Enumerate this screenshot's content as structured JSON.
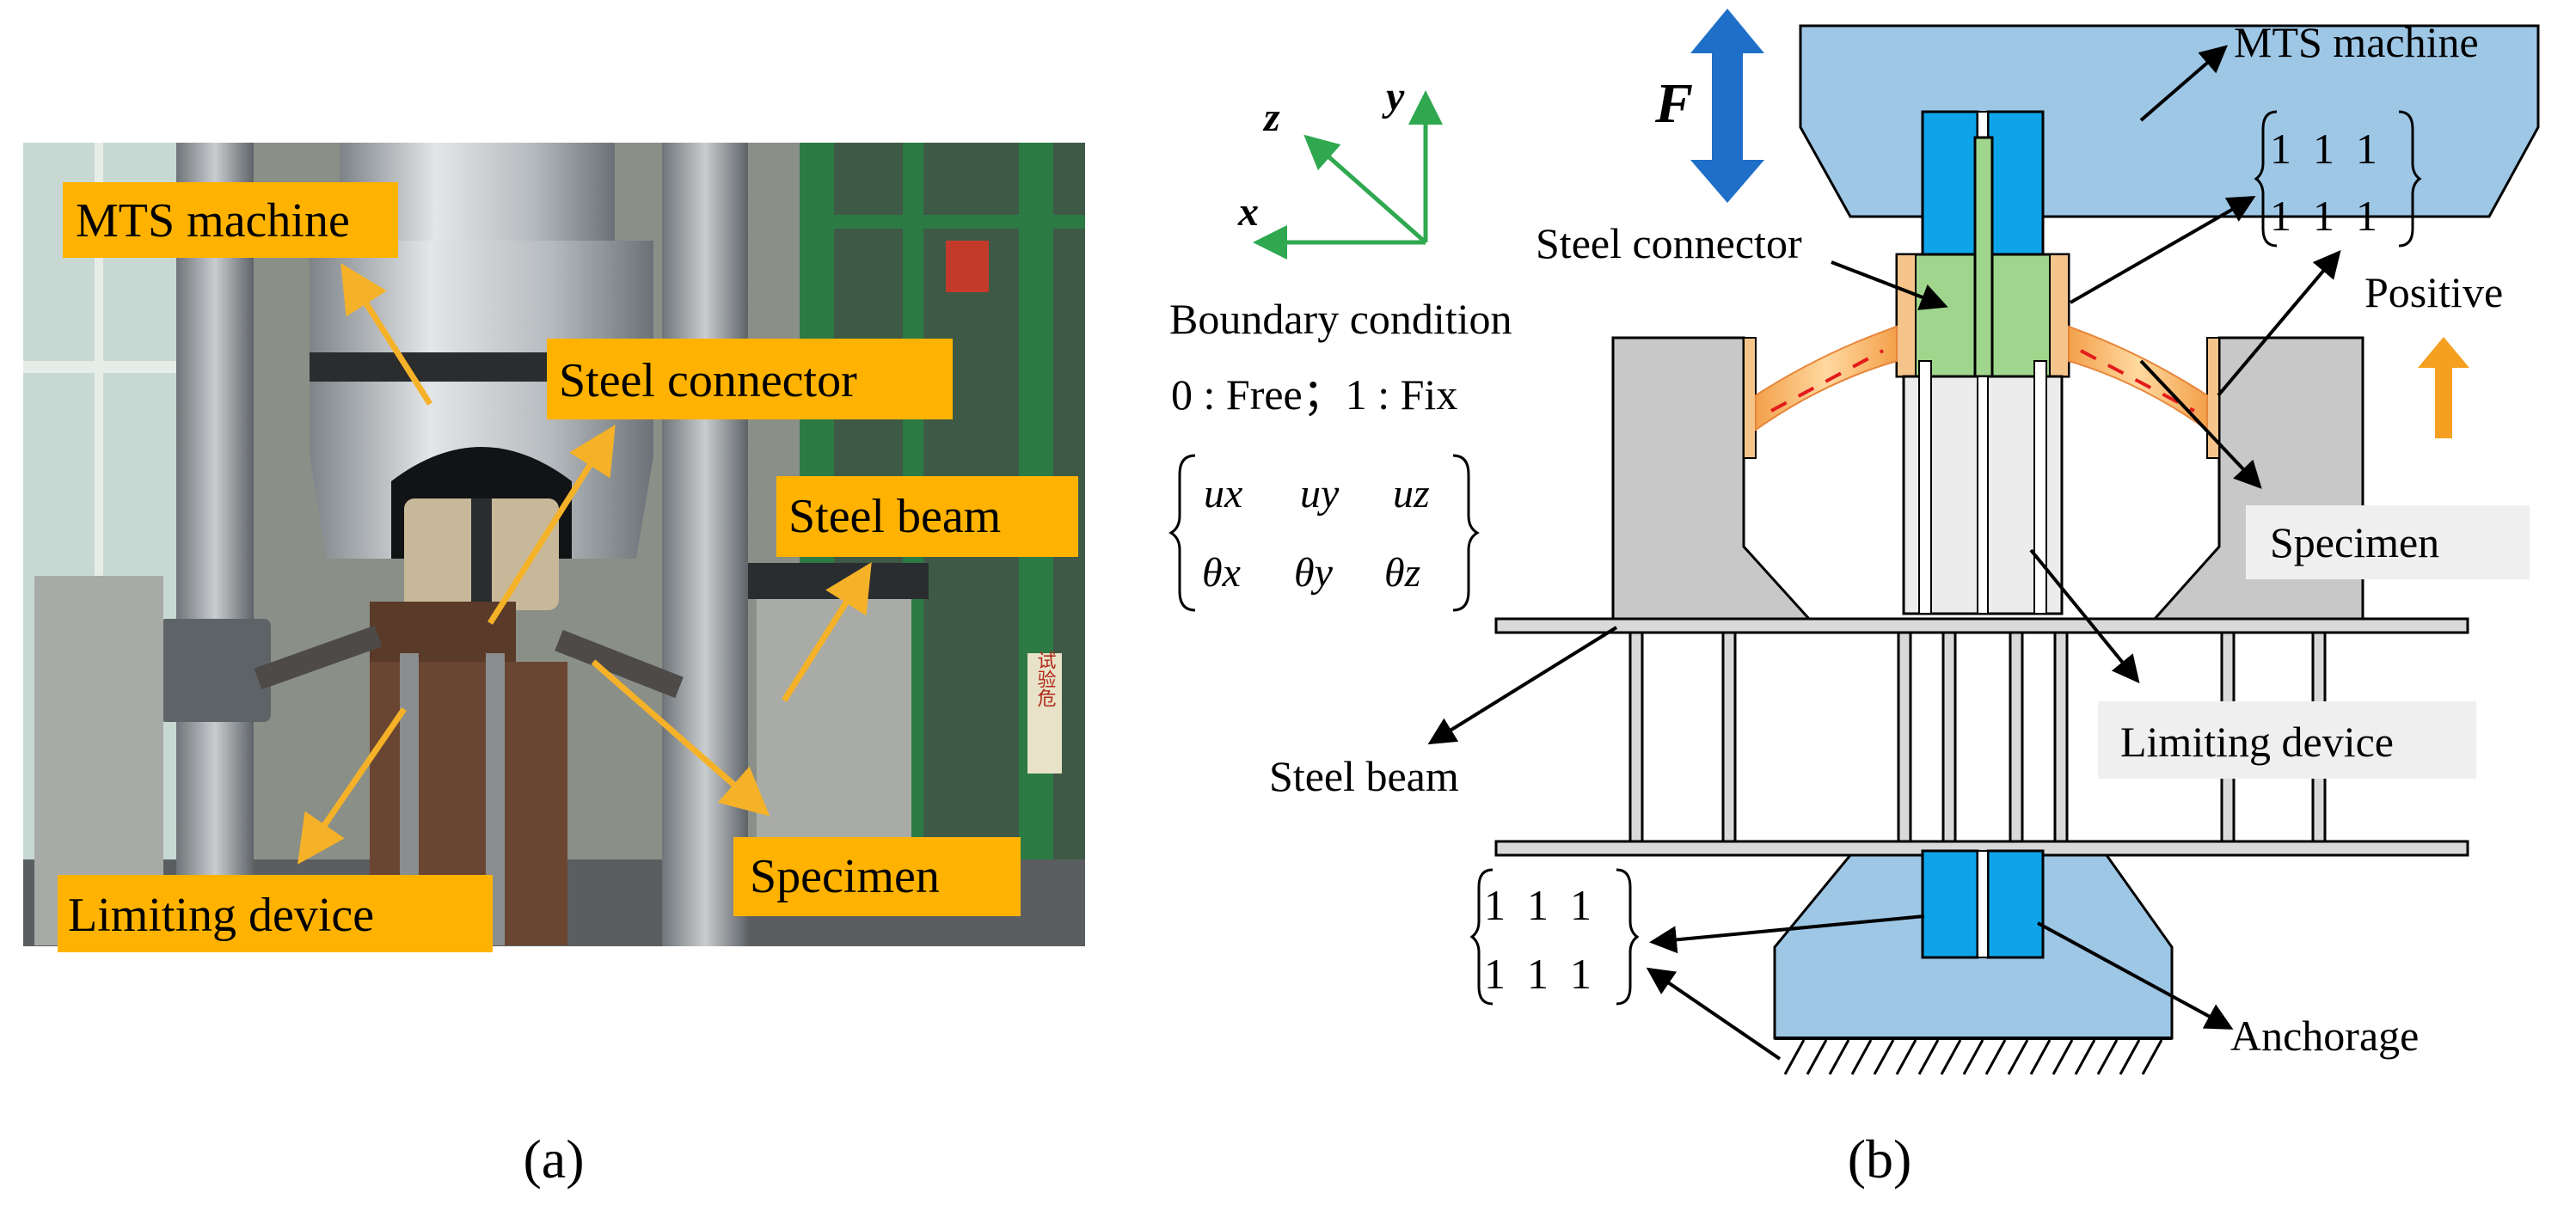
{
  "panel_a": {
    "caption": "(a)",
    "labels": {
      "mts": "MTS machine",
      "connector": "Steel connector",
      "beam": "Steel beam",
      "specimen": "Specimen",
      "limiting": "Limiting device"
    },
    "sign_text": "试验危"
  },
  "panel_b": {
    "caption": "(b)",
    "force": "F",
    "axes": {
      "x": "x",
      "y": "y",
      "z": "z"
    },
    "labels": {
      "mts": "MTS machine",
      "connector": "Steel connector",
      "positive": "Positive",
      "specimen": "Specimen",
      "beam": "Steel beam",
      "limiting": "Limiting device",
      "anchorage": "Anchorage"
    },
    "boundary": {
      "title": "Boundary condition",
      "legend": "0 : Free；1 : Fix",
      "row1": [
        "ux",
        "uy",
        "uz"
      ],
      "row2": [
        "θx",
        "θy",
        "θz"
      ]
    },
    "matrix_top": {
      "row1": "1  1  1",
      "row2": "1  1  1"
    },
    "matrix_bottom": {
      "row1": "1  1  1",
      "row2": "1  1  1"
    }
  },
  "colors": {
    "label_bg": "#ffb300",
    "arrow_orange": "#f5b228",
    "mts_blue": "#9ec7e6",
    "grip_blue": "#0ea4ea",
    "force_blue": "#1f6fc9",
    "connector_green": "#9fd58d",
    "axis_green": "#2fa84f",
    "positive_orange": "#f5a020"
  }
}
